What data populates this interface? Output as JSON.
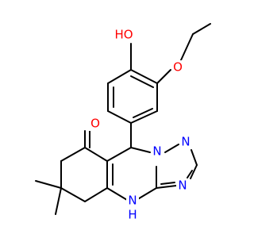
{
  "molecule": {
    "atoms": {
      "hydroxyl_o": {
        "label": "HO",
        "color": "#ff0000"
      },
      "ether_o": {
        "label": "O",
        "color": "#ff0000"
      },
      "carbonyl_o": {
        "label": "O",
        "color": "#ff0000"
      },
      "n_ring": {
        "label": "N",
        "color": "#0000ff"
      },
      "n_top": {
        "label": "N",
        "color": "#0000ff"
      },
      "n_right": {
        "label": "N",
        "color": "#0000ff"
      },
      "nh": {
        "label": "N",
        "color": "#0000ff"
      },
      "nh_h": {
        "label": "H",
        "color": "#0000ff"
      }
    }
  }
}
